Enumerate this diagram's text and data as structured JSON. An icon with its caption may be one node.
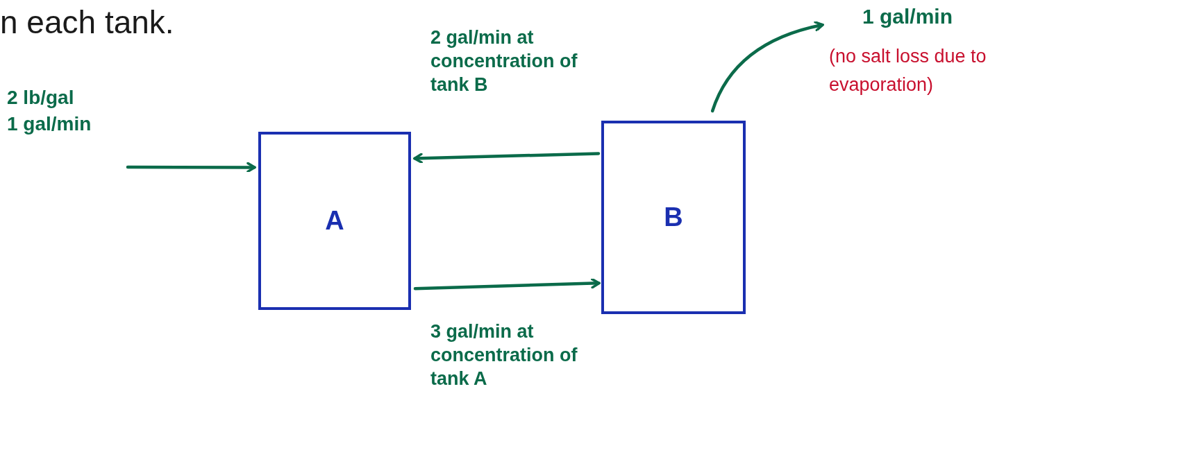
{
  "diagram": {
    "nodes": [
      {
        "text": [
          "A"
        ]
      },
      {
        "text": [
          "B"
        ]
      },
      {
        "text": [
          "2 lb/gal",
          "1 gal/min"
        ]
      },
      {
        "text": [
          "1 gal/min",
          "(no salt loss due to evaporation)"
        ]
      }
    ],
    "edges": [
      {
        "from": 2,
        "to": 0,
        "arrow": "to"
      },
      {
        "from": 1,
        "to": 0,
        "arrow": "to",
        "label": "2 gal/min at concentration of tank B"
      },
      {
        "from": 0,
        "to": 1,
        "arrow": "to",
        "label": "3 gal/min at concentration of tank A"
      },
      {
        "from": 1,
        "to": 3,
        "arrow": "to"
      }
    ],
    "labels": [
      "n each tank."
    ]
  }
}
